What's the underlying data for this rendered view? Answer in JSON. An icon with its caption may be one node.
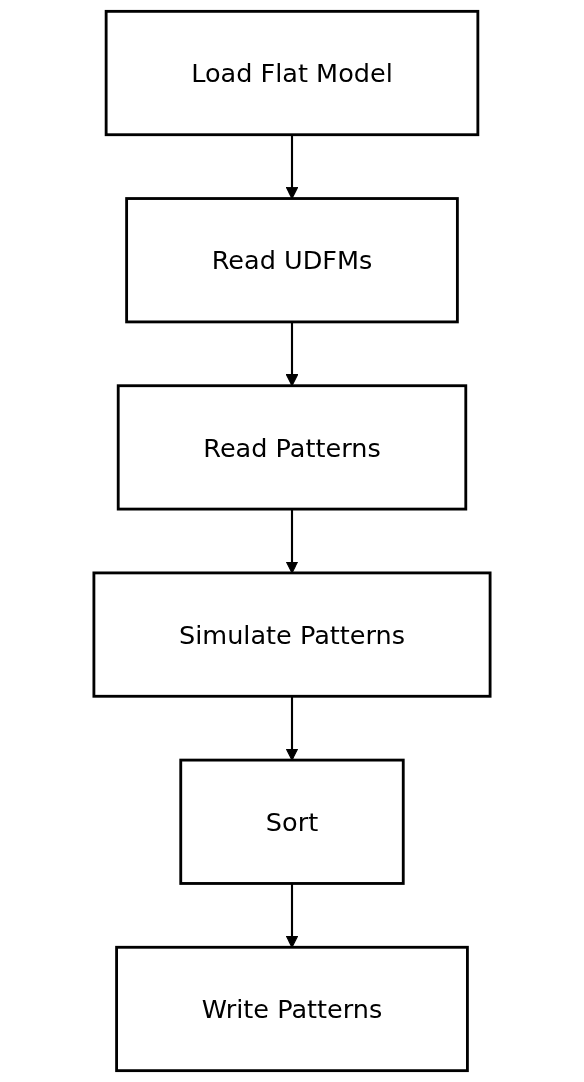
{
  "diagram": {
    "nodes": [
      {
        "text": [
          "Load Flat Model"
        ]
      },
      {
        "text": [
          "Read UDFMs"
        ]
      },
      {
        "text": [
          "Read Patterns"
        ]
      },
      {
        "text": [
          "Simulate Patterns"
        ]
      },
      {
        "text": [
          "Sort"
        ]
      },
      {
        "text": [
          "Write Patterns"
        ]
      }
    ],
    "edges": [
      {
        "from": 0,
        "to": 1,
        "arrow": "to"
      },
      {
        "from": 1,
        "to": 2,
        "arrow": "to"
      },
      {
        "from": 2,
        "to": 3,
        "arrow": "to"
      },
      {
        "from": 3,
        "to": 4,
        "arrow": "to"
      },
      {
        "from": 4,
        "to": 5,
        "arrow": "to"
      }
    ]
  }
}
